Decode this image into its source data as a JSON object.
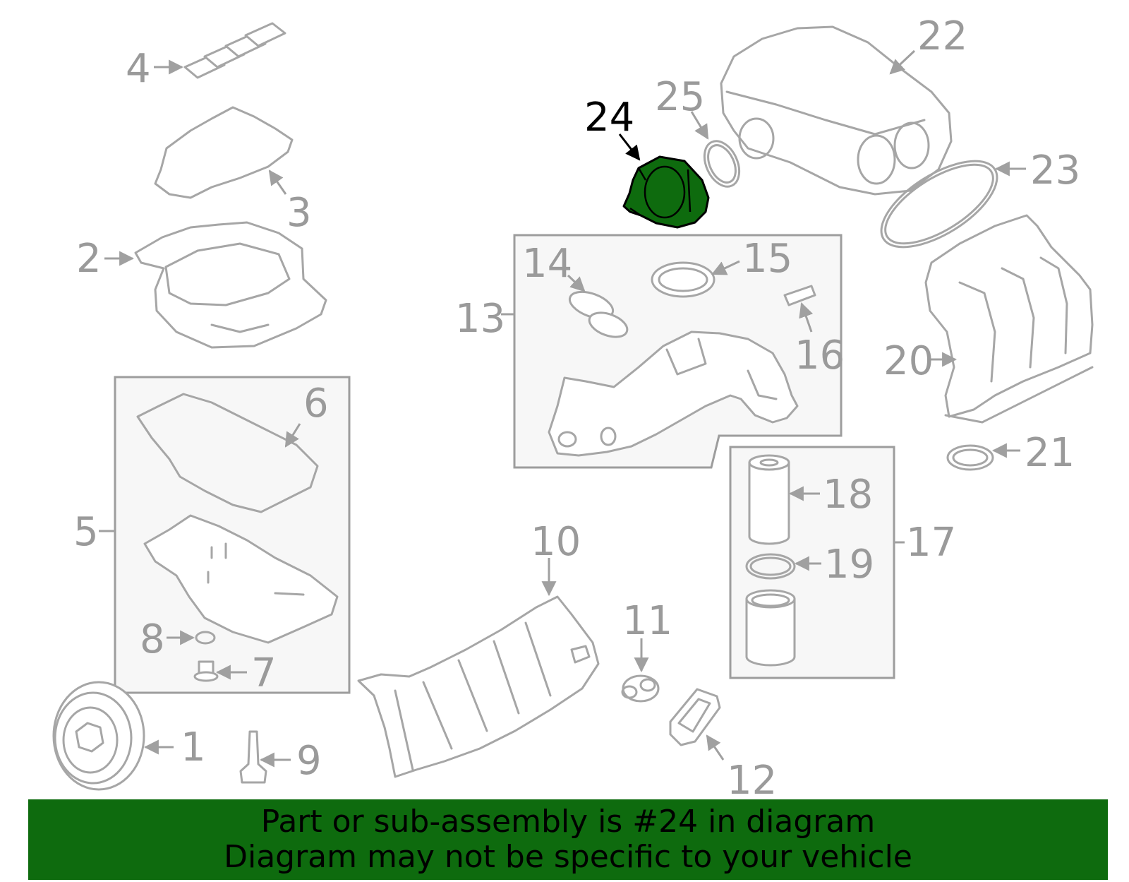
{
  "colors": {
    "highlight": "#0e6b0e",
    "footer_background": "#0e6b0e",
    "outline": "#a6a6a6",
    "label": "#9a9a9a",
    "box_fill": "#f7f7f7"
  },
  "highlighted_part": "24",
  "callouts": {
    "c1": "1",
    "c2": "2",
    "c3": "3",
    "c4": "4",
    "c5": "5",
    "c6": "6",
    "c7": "7",
    "c8": "8",
    "c9": "9",
    "c10": "10",
    "c11": "11",
    "c12": "12",
    "c13": "13",
    "c14": "14",
    "c15": "15",
    "c16": "16",
    "c17": "17",
    "c18": "18",
    "c19": "19",
    "c20": "20",
    "c21": "21",
    "c22": "22",
    "c23": "23",
    "c24": "24",
    "c25": "25"
  },
  "footer": {
    "line1": "Part or sub-assembly is #24 in diagram",
    "line2": "Diagram may not be specific to your vehicle"
  }
}
